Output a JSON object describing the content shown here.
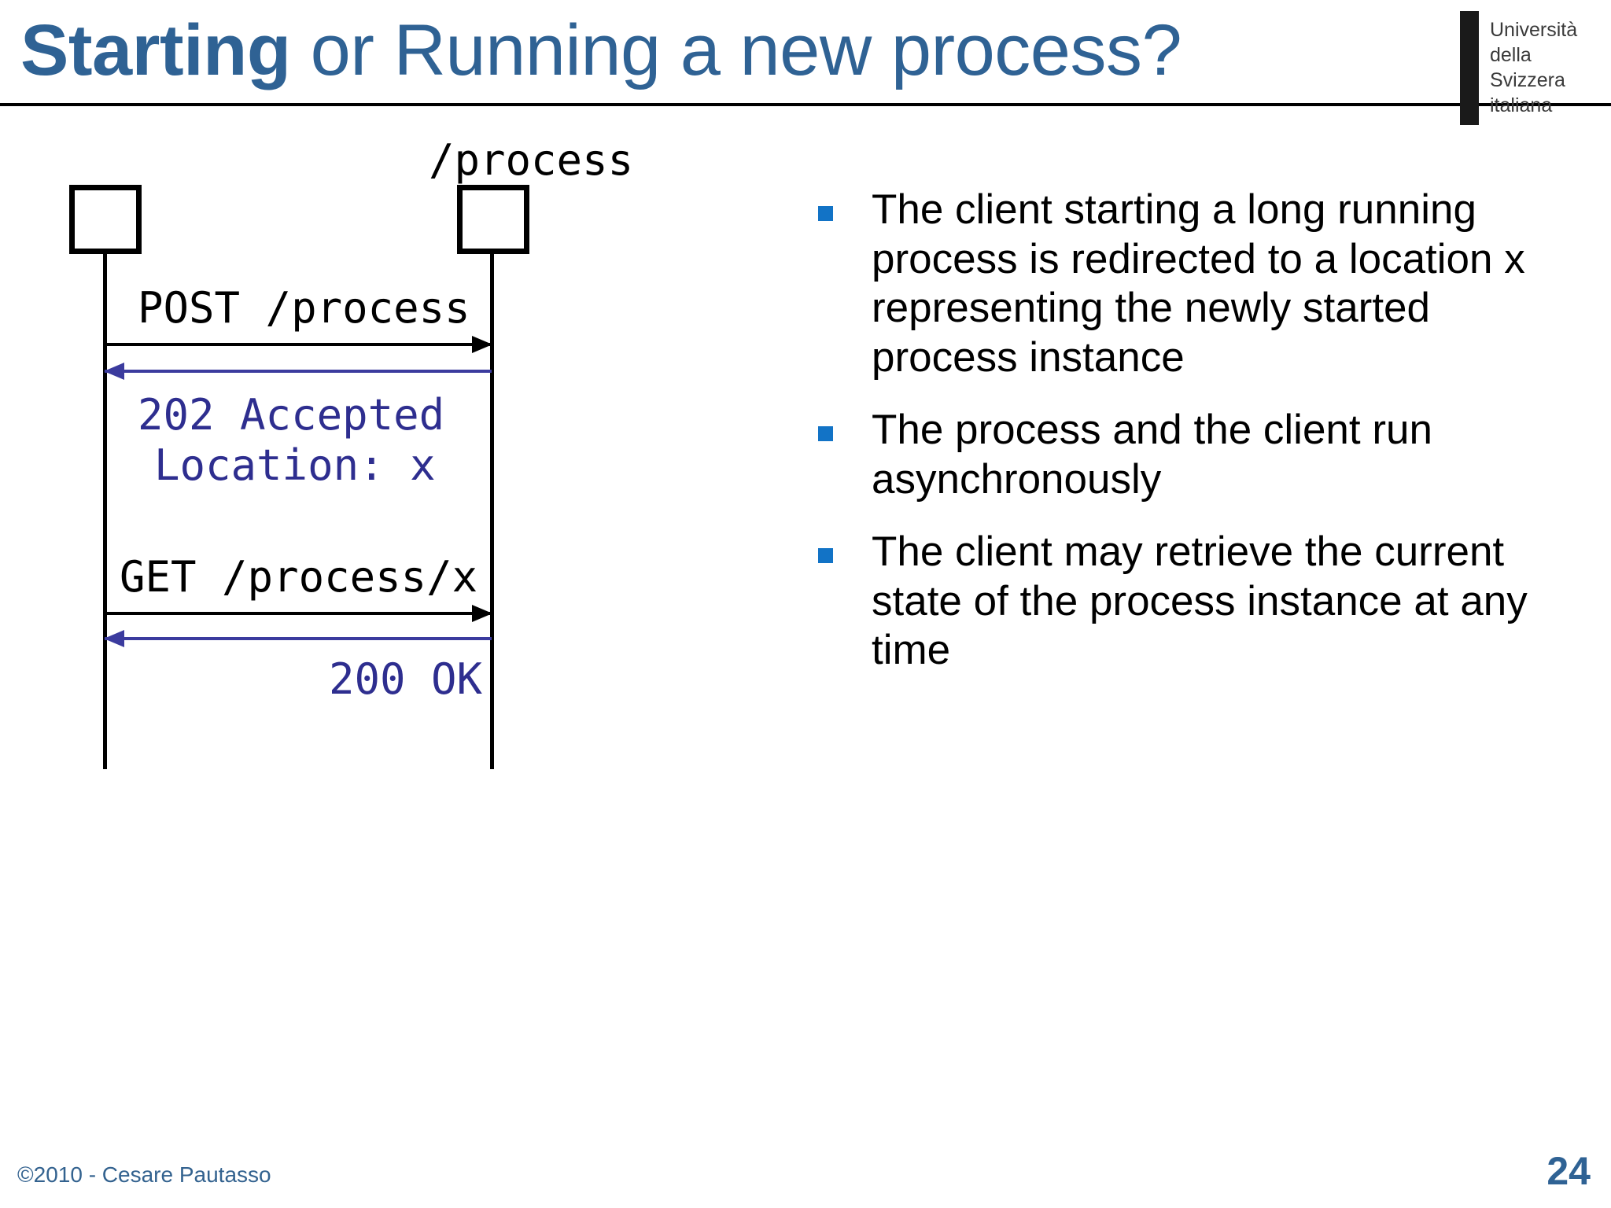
{
  "slide": {
    "title_bold": "Starting",
    "title_rest": " or Running a new process?",
    "page_number": "24",
    "copyright": "©2010 - Cesare Pautasso"
  },
  "logo": {
    "line1": "Università",
    "line2": "della",
    "line3": "Svizzera",
    "line4": "italiana"
  },
  "diagram": {
    "endpoint_label": "/process",
    "client_box_label": "",
    "server_box_label": "",
    "messages": [
      {
        "id": "post-request",
        "label": "POST /process",
        "direction": "request",
        "color": "#000000"
      },
      {
        "id": "post-response",
        "label": "202 Accepted\nLocation: x",
        "direction": "response",
        "color": "#2e2e8f"
      },
      {
        "id": "get-request",
        "label": "GET /process/x",
        "direction": "request",
        "color": "#000000"
      },
      {
        "id": "get-response",
        "label": "200 OK",
        "direction": "response",
        "color": "#2e2e8f"
      }
    ],
    "post_request_label": "POST /process",
    "post_response_status": "202 Accepted",
    "post_response_header": "Location: x",
    "get_request_label": "GET /process/x",
    "get_response_status": "200 OK"
  },
  "bullets": [
    "The client starting a long running process is redirected to a location x representing the newly started process instance",
    "The process and the client run asynchronously",
    "The client may retrieve the current state of the process instance at any time"
  ],
  "colors": {
    "title_blue": "#2f6294",
    "bullet_marker_blue": "#1273c6",
    "response_navy": "#2e2e8f",
    "arrow_navy": "#3b3b9e",
    "footer_blue": "#33628f"
  }
}
